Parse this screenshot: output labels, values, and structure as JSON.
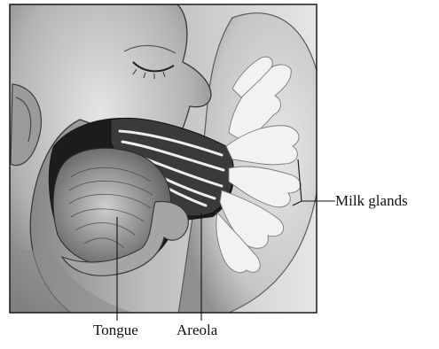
{
  "figure": {
    "labels": {
      "milk_glands": "Milk glands",
      "tongue": "Tongue",
      "areola": "Areola"
    }
  },
  "colors": {
    "background": "#ffffff",
    "frame": "#1a1a1a",
    "skin_light": "#d9d9d9",
    "skin_mid": "#a8a8a8",
    "skin_dark": "#6a6a6a",
    "mouth_cavity": "#1c1c1c",
    "gland_fill": "#f2f2f2"
  }
}
